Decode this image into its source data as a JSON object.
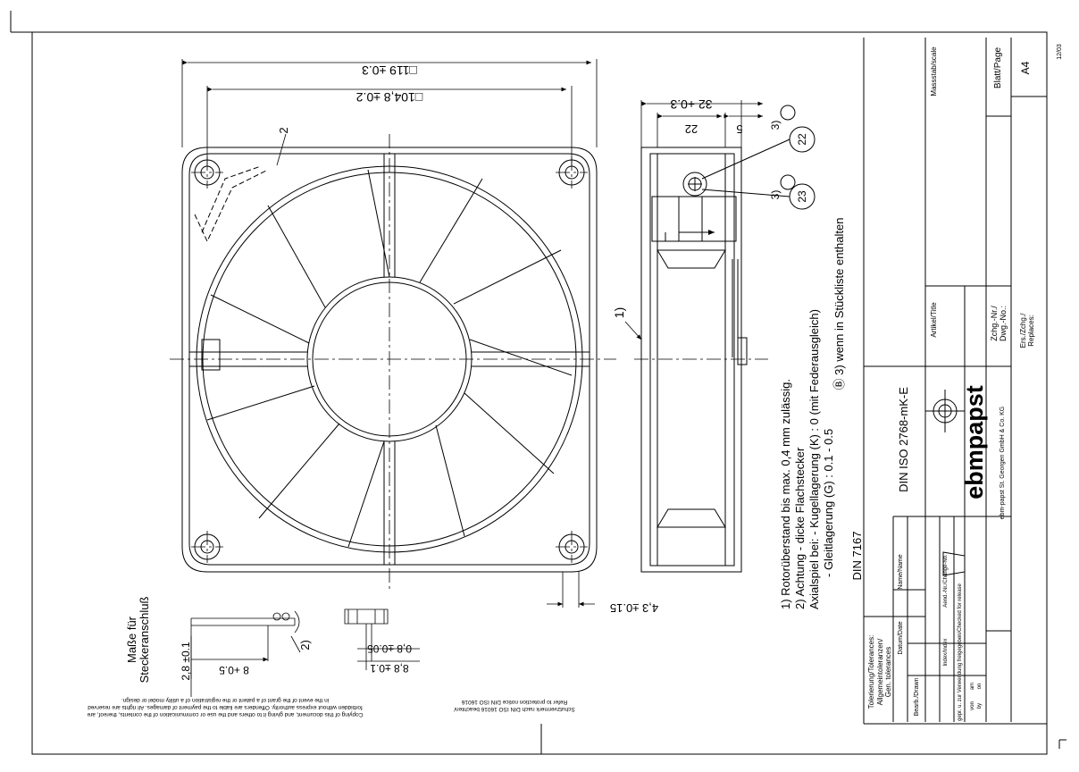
{
  "dims": {
    "d119": "□119 ±0.3",
    "d104": "□104,8 ±0.2",
    "d32": "32 +0.3",
    "d22": "22",
    "d5": "5",
    "d43": "4,3 ±0.15",
    "d28": "2,8 ±0.1",
    "d8": "8 +0.5",
    "d88": "8,8 ±0.1",
    "d08": "0,8 ±0.05"
  },
  "callouts": {
    "c2": "2",
    "c22": "22",
    "c23": "23",
    "c1": "1)",
    "c2b": "2)",
    "c3a": "3)",
    "c3b": "3)"
  },
  "notes": {
    "stuckliste": "Ⓑ 3) wenn in Stückliste enthalten",
    "n1": "1) Rotorüberstand bis max. 0,4 mm zulässig.",
    "n2": "2) Achtung - dicke Flachstecker",
    "n3": "Axialspiel bei:  - Kugellagerung (K) : 0 (mit Federausgleich)",
    "n4": "- Gleitlagerung (G) : 0.1 - 0.5",
    "connector": "Maße für",
    "connector2": "Steckeranschluß",
    "din7167": "DIN 7167",
    "din_iso": "DIN ISO 2768-mK-E",
    "tol1": "Tolerierung/Tolerances:",
    "tol2": "Allgemeintoleranzen/",
    "tol3": "Gen. tolerances"
  },
  "titleblock": {
    "massstab": "Massstab/scale",
    "blatt": "Blatt/Page",
    "a4": "A4",
    "artikel": "Artikel/Title",
    "zchg": "Zchg.-Nr./",
    "dwg": "Dwg.-No.:",
    "ers": "Ers./Zchg./",
    "replaces": "Replaces:",
    "logo": "ebmpapst",
    "company": "ebm-papst St. Georgen GmbH & Co. KG",
    "datum": "Datum/Date",
    "name": "Name/Name",
    "bearb": "Bearb./Drawn",
    "index": "Index/Index",
    "aend": "Aend.-Nr./Change-No.",
    "gepr": "gepr. u. zur Verwendung freigegeben/Checked for release",
    "von": "von",
    "by": "by",
    "am": "am",
    "on": "on",
    "corner": "12/03"
  },
  "footer": {
    "copy1": "Copying of this document, and giving it to others and the use or communication of the contents, thereof, are",
    "copy2": "forbidden without express authority. Offenders are liable to the payment of damages. All rights are reserved",
    "copy3": "in the event of the grant of a patent or the registration of a utility model or design.",
    "schutz1": "Schutzvermerk nach DIN ISO 16016 beachten/",
    "schutz2": "Refer to protection notice DIN ISO 16016"
  }
}
